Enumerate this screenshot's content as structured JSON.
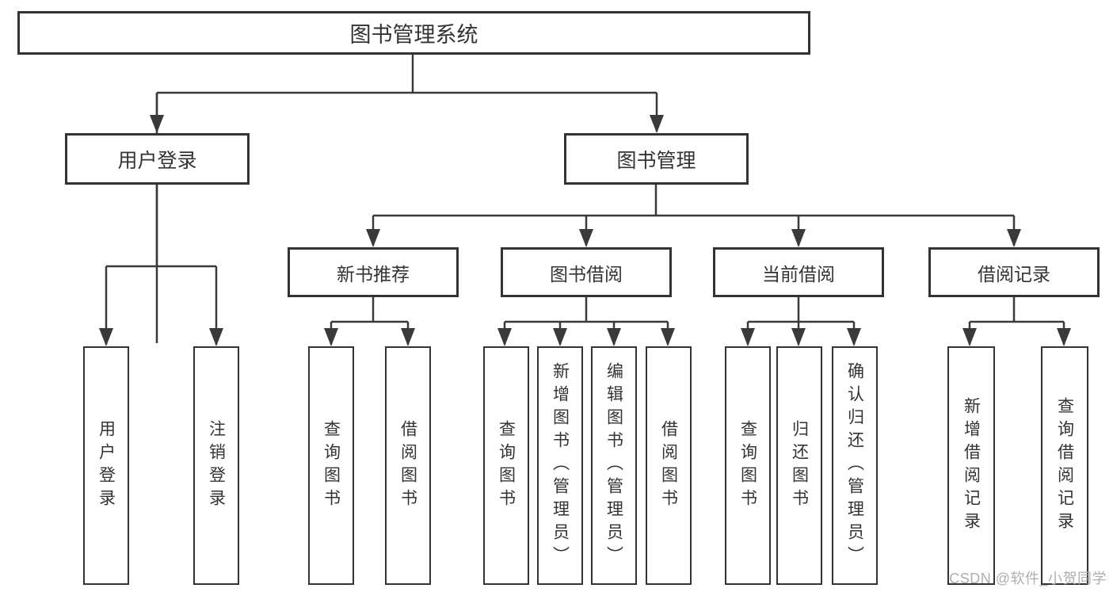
{
  "title": "图书管理系统",
  "branches": {
    "user": {
      "label": "用户登录",
      "children": [
        {
          "label": "用户登录"
        },
        {
          "label": "注销登录"
        }
      ]
    },
    "books": {
      "label": "图书管理",
      "sections": [
        {
          "label": "新书推荐",
          "children": [
            {
              "label": "查询图书"
            },
            {
              "label": "借阅图书"
            }
          ]
        },
        {
          "label": "图书借阅",
          "children": [
            {
              "label": "查询图书"
            },
            {
              "label": "新增图书（管理员）"
            },
            {
              "label": "编辑图书（管理员）"
            },
            {
              "label": "借阅图书"
            }
          ]
        },
        {
          "label": "当前借阅",
          "children": [
            {
              "label": "查询图书"
            },
            {
              "label": "归还图书"
            },
            {
              "label": "确认归还（管理员）"
            }
          ]
        },
        {
          "label": "借阅记录",
          "children": [
            {
              "label": "新增借阅记录"
            },
            {
              "label": "查询借阅记录"
            }
          ]
        }
      ]
    }
  },
  "colors": {
    "line": "#3a3a3a",
    "text": "#333333",
    "background": "#ffffff",
    "watermark": "#aeaeae"
  },
  "watermark": "CSDN @软件_小贺同学"
}
